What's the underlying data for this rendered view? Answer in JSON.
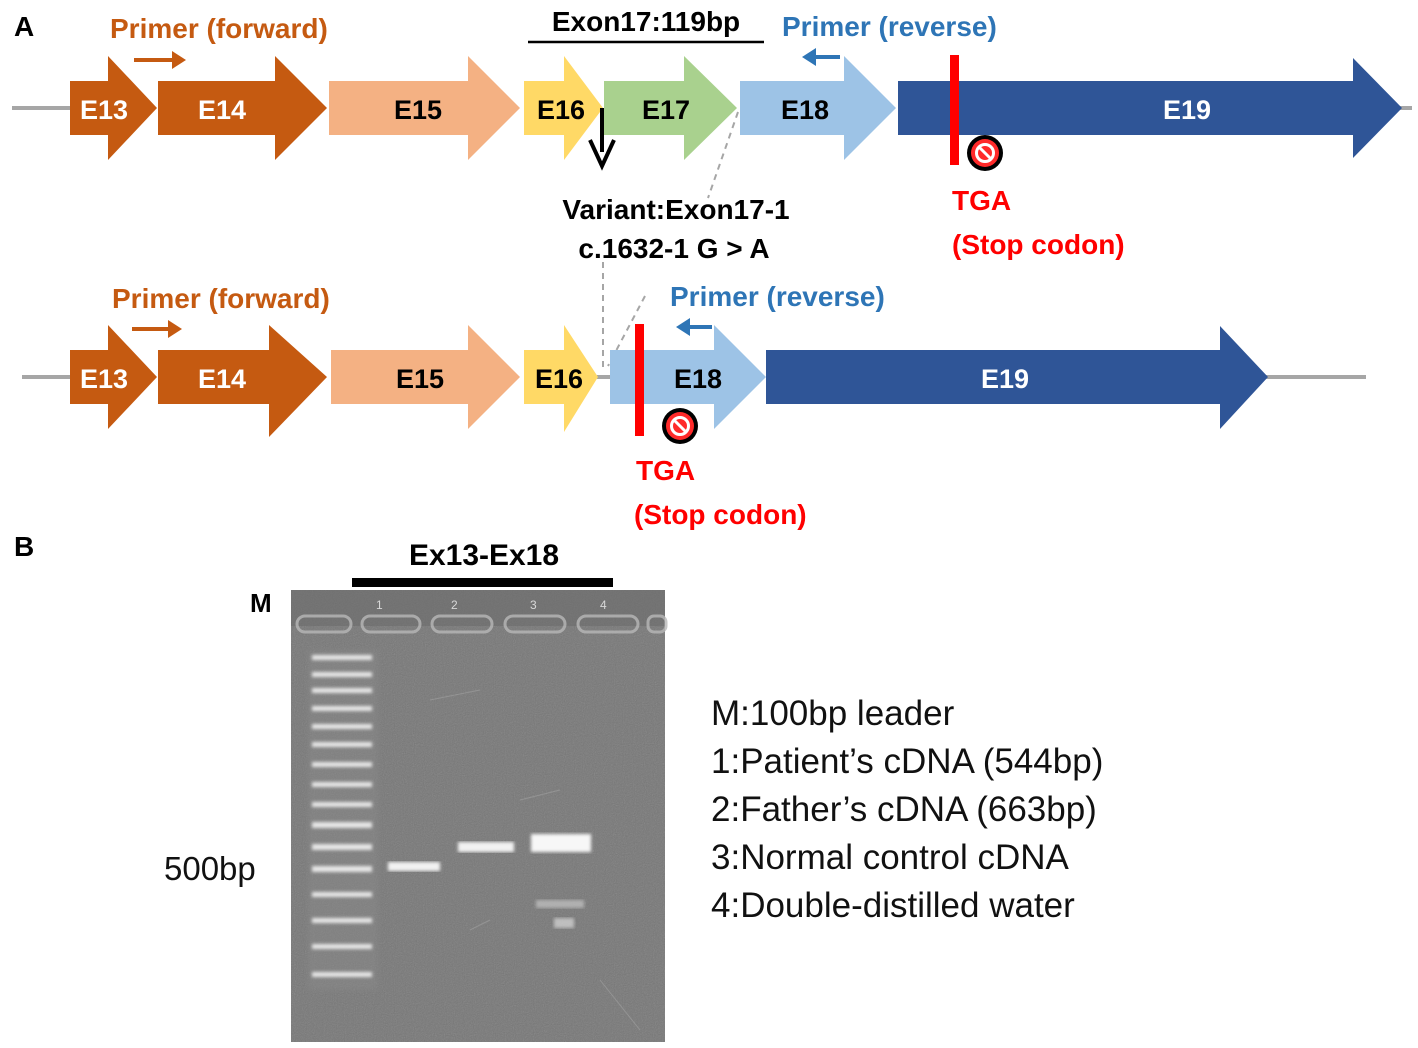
{
  "panels": {
    "a": {
      "label": "A"
    },
    "b": {
      "label": "B"
    }
  },
  "colors": {
    "e13_e14": "#c55a11",
    "e15": "#f4b183",
    "e16": "#ffd966",
    "e17": "#a9d18e",
    "e18": "#9dc3e6",
    "e19": "#2f5597",
    "forward": "#c55a11",
    "reverse": "#2e75b6",
    "stop": "#ff0000",
    "backbone": "#a6a6a6"
  },
  "top_row": {
    "exon17_label": "Exon17:119bp",
    "primer_forward": "Primer (forward)",
    "primer_reverse": "Primer (reverse)",
    "exons": [
      "E13",
      "E14",
      "E15",
      "E16",
      "E17",
      "E18",
      "E19"
    ],
    "stop_label": "TGA",
    "stop_sub": "(Stop codon)",
    "stop_icon": "no-entry-icon"
  },
  "variant": {
    "line1": "Variant:Exon17-1",
    "line2": "c.1632-1 G > A"
  },
  "bottom_row": {
    "primer_forward": "Primer (forward)",
    "primer_reverse": "Primer (reverse)",
    "exons": [
      "E13",
      "E14",
      "E15",
      "E16",
      "E18",
      "E19"
    ],
    "stop_label": "TGA",
    "stop_sub": "(Stop codon)",
    "stop_icon": "no-entry-icon"
  },
  "gel": {
    "title": "Ex13-Ex18",
    "marker_label": "M",
    "size_label": "500bp",
    "lanes": [
      "1",
      "2",
      "3",
      "4"
    ]
  },
  "legend": [
    "M:100bp leader",
    "1:Patient’s cDNA (544bp)",
    "2:Father’s cDNA (663bp)",
    "3:Normal control cDNA",
    "4:Double-distilled water"
  ]
}
